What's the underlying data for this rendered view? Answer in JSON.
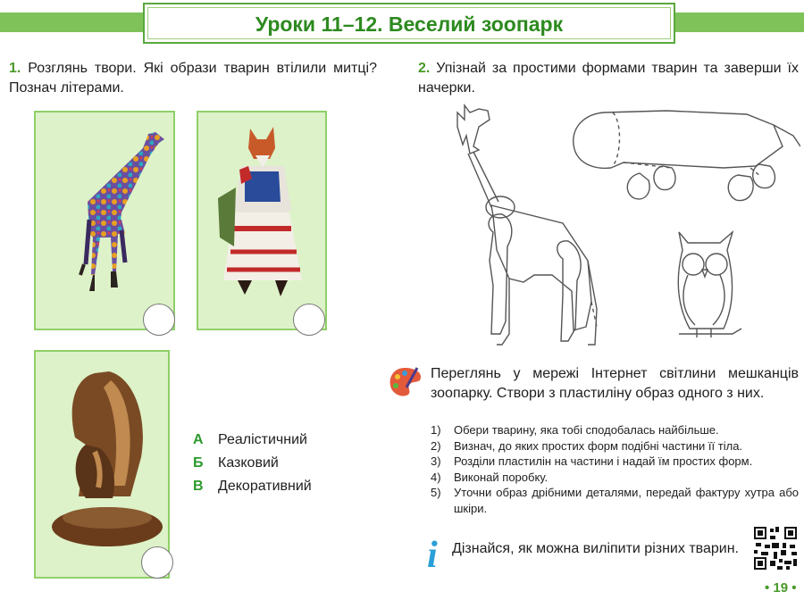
{
  "header": {
    "title": "Уроки 11–12. Веселий зоопарк"
  },
  "task1": {
    "number": "1.",
    "text": "Розглянь твори. Які образи тварин втілили митці? Познач літерами."
  },
  "task2": {
    "number": "2.",
    "text": "Упізнай за простими формами тварин та заверши їх начерки."
  },
  "legend": [
    {
      "letter": "А",
      "label": "Реалістичний"
    },
    {
      "letter": "Б",
      "label": "Казковий"
    },
    {
      "letter": "В",
      "label": "Декоративний"
    }
  ],
  "practice": {
    "intro": "Переглянь у мережі Інтернет світлини мешканців зоопарку. Створи з пластиліну образ одного з них.",
    "steps": [
      {
        "n": "1)",
        "text": "Обери тварину, яка тобі сподобалась найбільше."
      },
      {
        "n": "2)",
        "text": "Визнач, до яких простих форм подібні частини її тіла."
      },
      {
        "n": "3)",
        "text": "Розділи пластилін на частини і надай їм простих форм."
      },
      {
        "n": "4)",
        "text": "Виконай поробку."
      },
      {
        "n": "5)",
        "text": "Уточни образ дрібними деталями, передай фактуру хутра або шкіри."
      }
    ]
  },
  "info": {
    "icon": "i",
    "text": "Дізнайся, як можна виліпити різних тварин."
  },
  "page_number": "• 19 •",
  "colors": {
    "accent": "#4a9a2a",
    "frame_bg": "#ddf2c8",
    "banner_bar": "#7fc25a"
  }
}
